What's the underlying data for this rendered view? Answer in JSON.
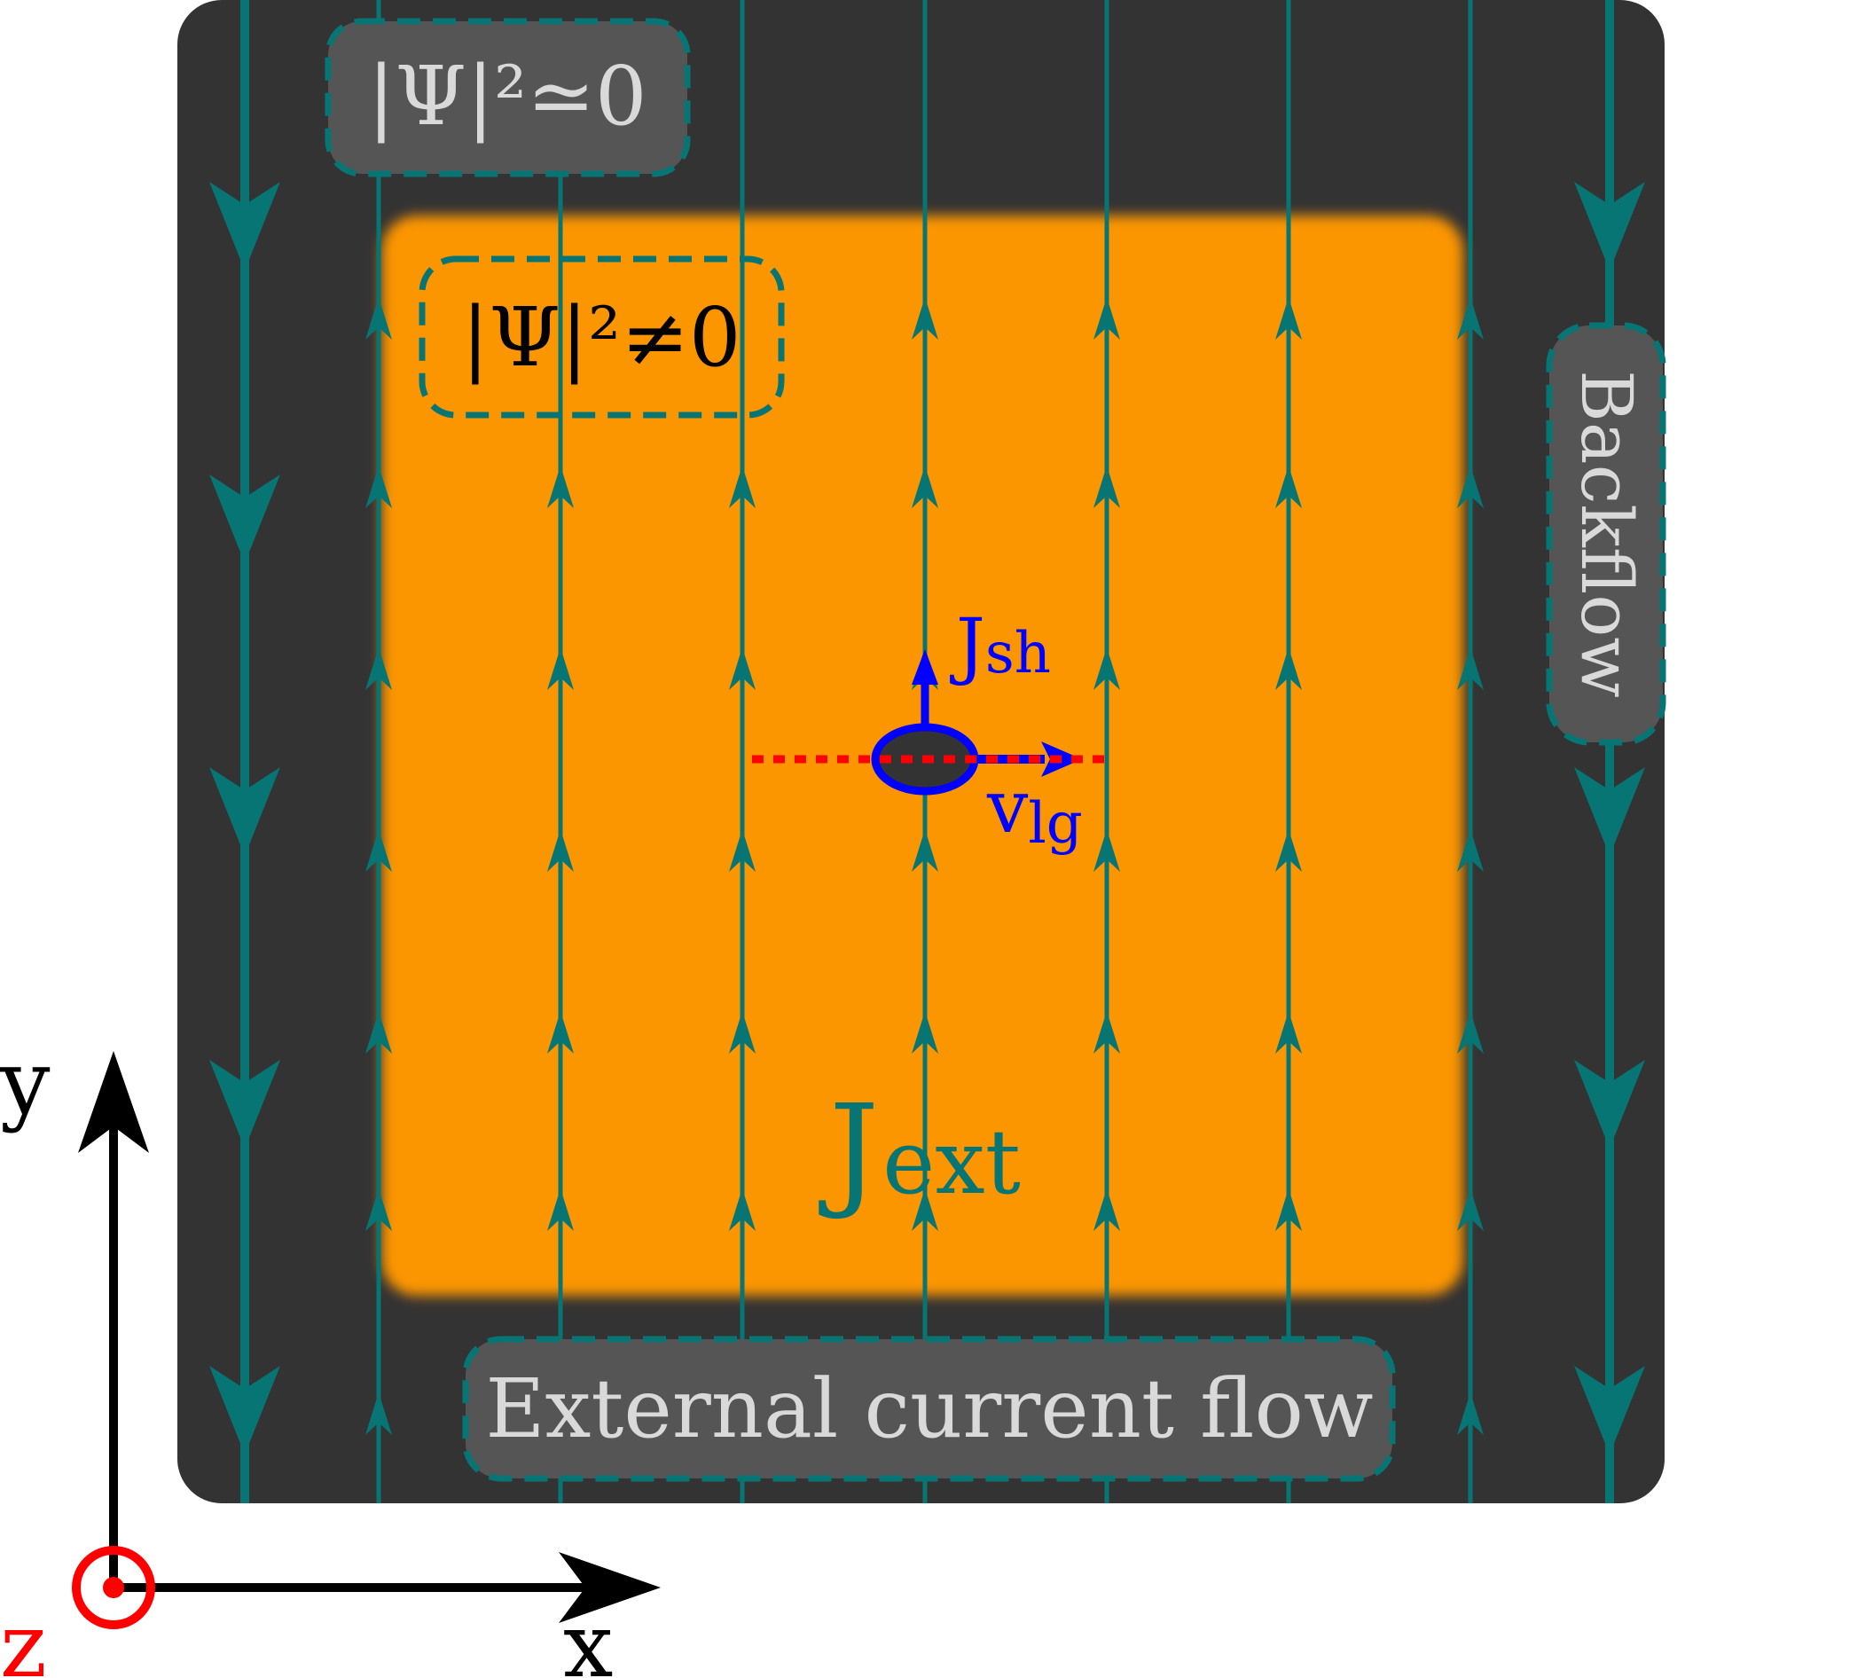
{
  "labels": {
    "psi_zero": "|Ψ|²≃0",
    "psi_nonzero": "|Ψ|²≠0",
    "backflow": "Backflow",
    "external_flow": "External current flow",
    "j_ext": {
      "main": "J",
      "sub": "ext"
    },
    "j_sh": {
      "main": "J",
      "sub": "sh"
    },
    "v_lg": {
      "main": "v",
      "sub": "lg"
    },
    "axis_x": "x",
    "axis_y": "y",
    "axis_z": "z"
  },
  "colors": {
    "background": "#ffffff",
    "normal_region": "#333333",
    "superconducting_region": "#fb9500",
    "current_lines": "#087575",
    "label_box_fill": "#555555",
    "light_text": "#d9d9d9",
    "dark_text": "#000000",
    "vortex_and_vectors": "#0000ff",
    "cut_line": "#ff0000",
    "axis_black": "#000000",
    "axis_z": "#ff0000"
  },
  "icons": {
    "up_flow": "arrow-up-icon",
    "down_flow": "arrow-down-icon",
    "vortex": "vortex-ellipse-icon",
    "z_axis": "circle-dot-icon"
  }
}
